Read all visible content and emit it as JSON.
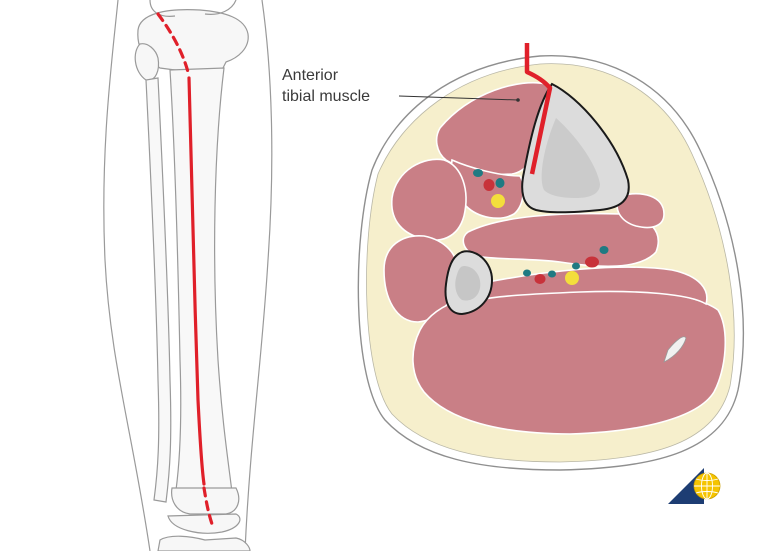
{
  "annotation": {
    "line1": "Anterior",
    "line2": "tibial muscle"
  },
  "colors": {
    "muscle": "#c97f86",
    "muscle_stroke": "#ffffff",
    "fat": "#f6efcc",
    "bone": "#dcdcdc",
    "incision": "#e0202a",
    "artery": "#c8323a",
    "vein": "#1f7a82",
    "nerve": "#f3de3c"
  },
  "logo": {
    "icon": "globe-triangle-logo"
  }
}
